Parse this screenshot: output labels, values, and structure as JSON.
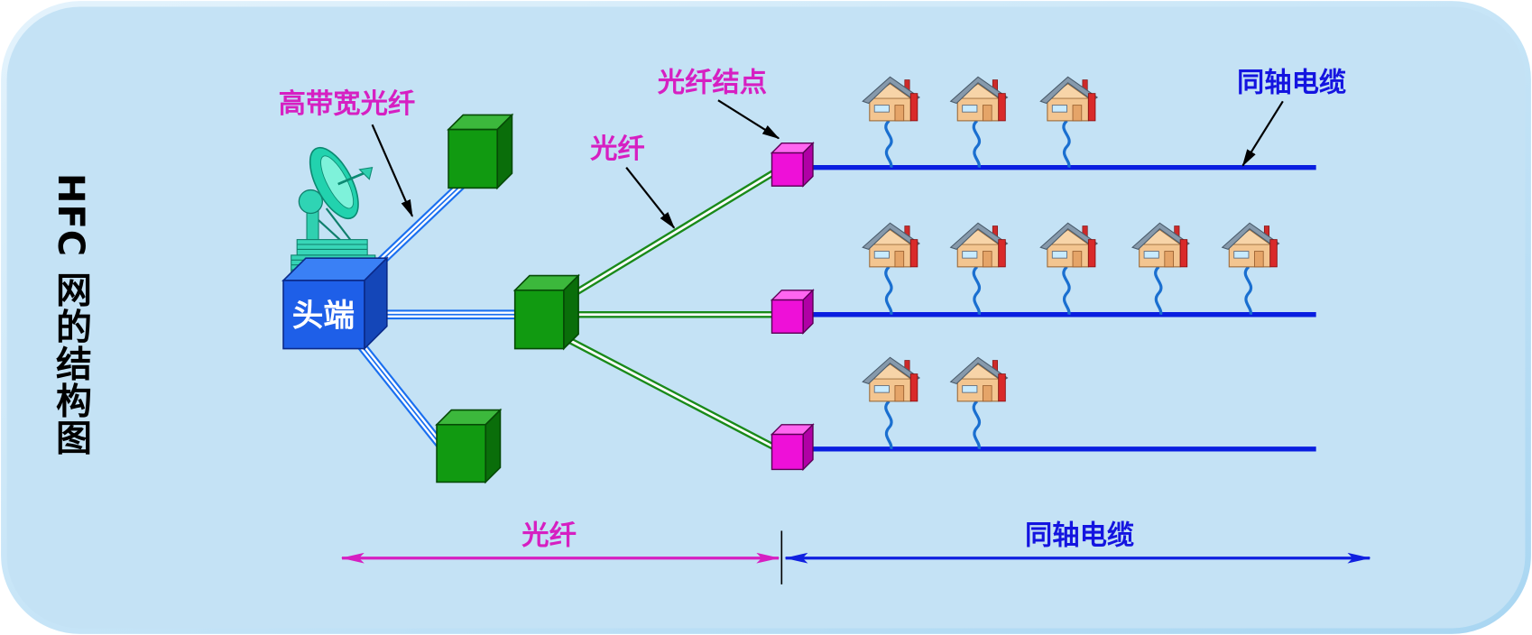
{
  "title": "HFC 网的结构图",
  "head_end": {
    "label": "头端",
    "icon": "satellite-dish-icon"
  },
  "callouts": {
    "wideband_fiber": "高带宽光纤",
    "fiber": "光纤",
    "fiber_node": "光纤结点",
    "coax": "同轴电缆"
  },
  "spans": {
    "fiber": "光纤",
    "coax": "同轴电缆"
  },
  "branches": [
    {
      "houses": 3
    },
    {
      "houses": 5
    },
    {
      "houses": 2
    }
  ],
  "icons": {
    "house": "house-icon",
    "hub": "cube-icon",
    "fiber_node": "cube-icon"
  },
  "colors": {
    "background": "#c4e2f5",
    "fiber_label": "#d61fc2",
    "coax_label": "#1414e0",
    "head_end": "#1e5fe8",
    "hub": "#119a11",
    "fiber_node": "#ee10d8",
    "fiber_line": "#1a6ff0",
    "hub_fiber": "#1a8a1a",
    "coax_line": "#0a1ee0"
  }
}
